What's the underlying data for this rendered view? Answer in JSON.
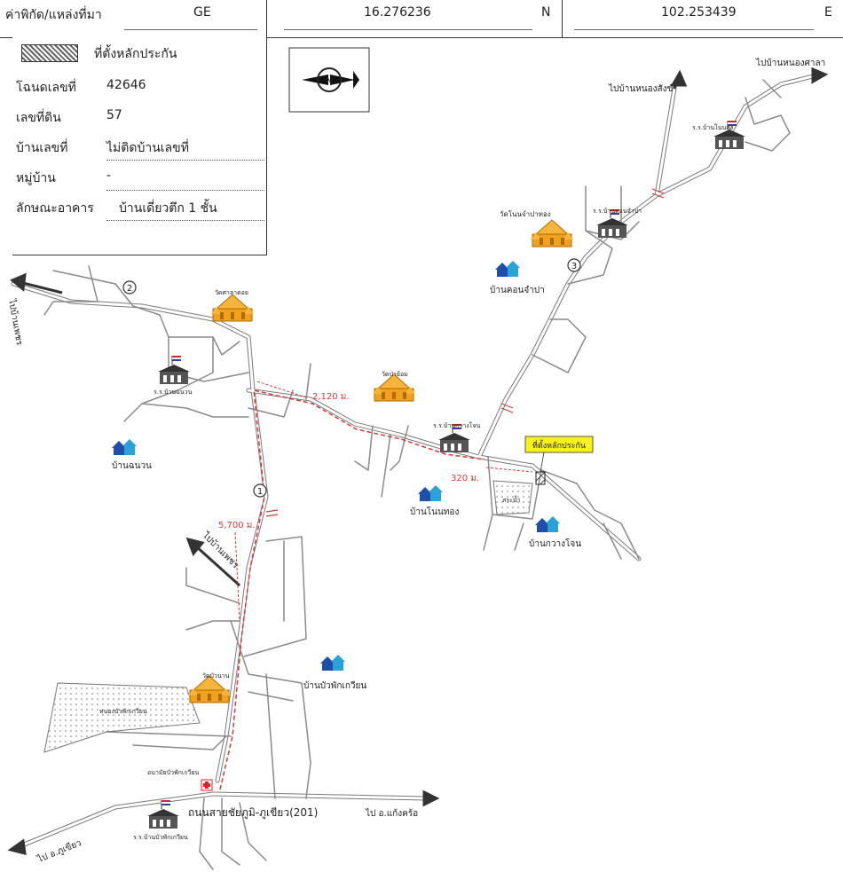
{
  "header": {
    "coord_label": "ค่าพิกัด/แหล่งที่มา",
    "source": "GE",
    "lat": "16.276236",
    "lat_dir": "N",
    "lon": "102.253439",
    "lon_dir": "E"
  },
  "legend": {
    "site_label": "ที่ตั้งหลักประกัน",
    "rows": [
      {
        "label": "โฉนดเลขที่",
        "value": "42646"
      },
      {
        "label": "เลขที่ดิน",
        "value": "57"
      },
      {
        "label": "บ้านเลขที่",
        "value": "ไม่ติดบ้านเลขที่"
      },
      {
        "label": "หมู่บ้าน",
        "value": "-"
      },
      {
        "label": "ลักษณะอาคาร",
        "value": "บ้านเดี่ยวตึก 1 ชั้น"
      }
    ]
  },
  "compass": {
    "letter": "N"
  },
  "places": {
    "to_nong_sala": "ไปบ้านหนองศาลา",
    "to_nong_sang": "ไปบ้านหนองสังข์",
    "school_non_sung": "ร.ร.บ้านโนนสูง",
    "wat_non_champa": "วัดโนนจำปาทอง",
    "school_khon_champa": "ร.ร.บ้านดอนจำปา",
    "ban_khon_champa": "บ้านคอนจำปา",
    "to_ban_phet_top": "ไปบ้านเพชร",
    "wat_sala": "วัดศาลาดอย",
    "school_chanuan": "ร.ร.บ้านฉนวน",
    "ban_chanuan": "บ้านฉนวน",
    "wat_pa": "วัดป่าย้อม",
    "school_kwang_chon": "ร.ร.บ้านกวางโจน",
    "site_tag": "ที่ตั้งหลักประกัน",
    "pond": "สระน้ำ",
    "ban_non_thong": "บ้านโนนทอง",
    "ban_kwang_chon": "บ้านกวางโจน",
    "to_ban_phet_mid": "ไปบ้านเพชร",
    "ban_bua_phak": "บ้านบัวพักเกวียน",
    "wat_bua": "วัดบัวนาน",
    "swamp": "หนองบัวพักเกวียน",
    "health": "อนามัยบัวพักเกวียน",
    "highway": "ถนนสายชัยภูมิ-ภูเขียว(201)",
    "to_kaeng_khro": "ไป อ.แก้งคร้อ",
    "to_phu_khiao": "ไป อ.ภูเขียว",
    "school_bua": "ร.ร.บ้านบัวพักเกวียน"
  },
  "distances": {
    "d1": "2,120 ม.",
    "d2": "320 ม.",
    "d3": "5,700 ม."
  },
  "route_markers": [
    "1",
    "2",
    "3"
  ],
  "colors": {
    "route": "#d23a3a",
    "road": "#7a7a7a",
    "temple": "#f0a21c",
    "house": "#1f4fa8",
    "tag_bg": "#f7f21a"
  }
}
